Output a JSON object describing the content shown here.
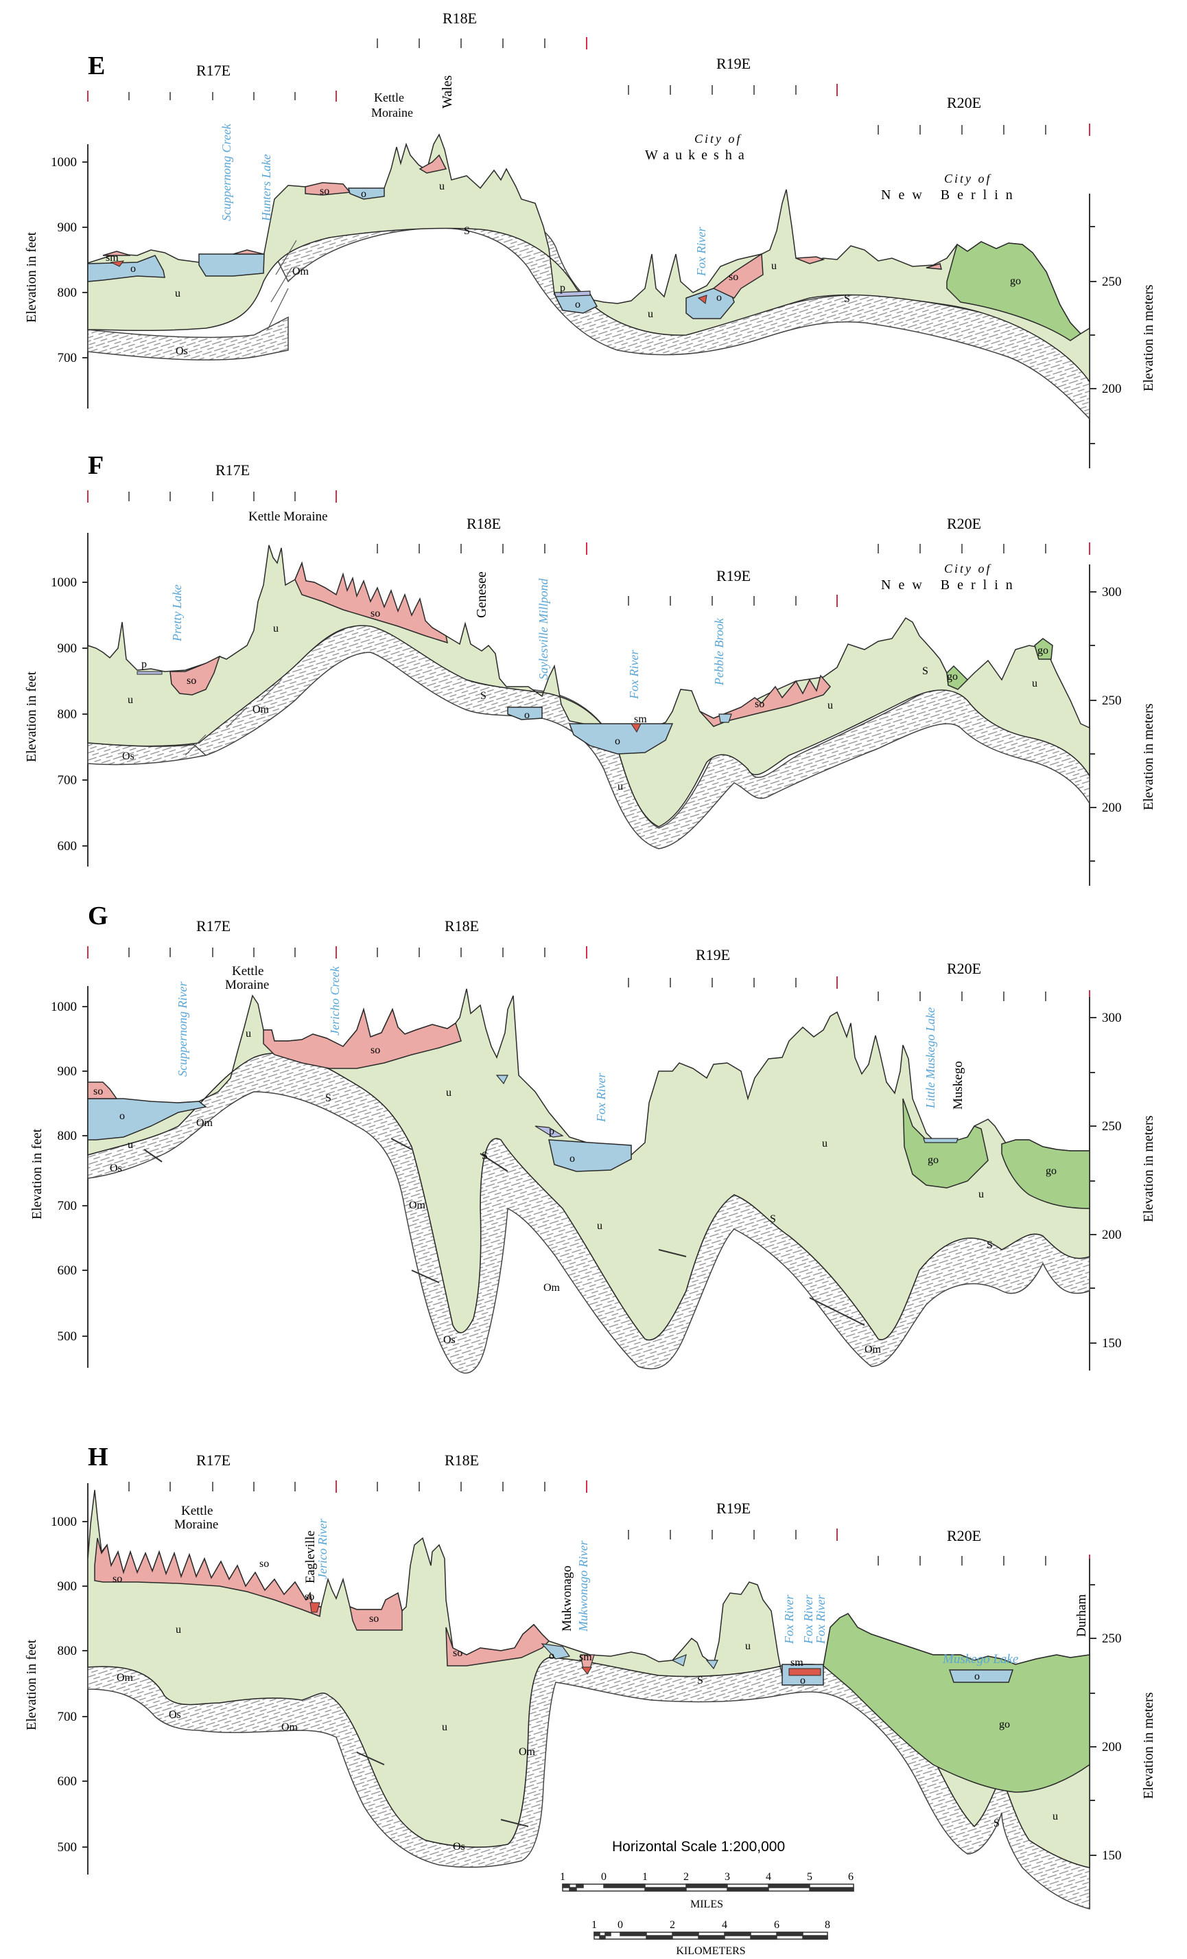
{
  "colors": {
    "u": "#dde9c9",
    "go": "#a6cf8a",
    "so": "#ecaaa6",
    "o": "#a9cde0",
    "p": "#b7bde0",
    "sm": "#d9584a",
    "line": "#2a2a2a",
    "river": "#5aa6d6",
    "tick_red": "#d0304a"
  },
  "y_axis_label_left": "Elevation in feet",
  "y_axis_label_right": "Elevation in meters",
  "sections": [
    {
      "letter": "E",
      "ranges": [
        "R17E",
        "R18E",
        "R19E",
        "R20E"
      ],
      "feet_ticks": [
        "1000",
        "900",
        "800",
        "700"
      ],
      "meter_ticks": [
        "250",
        "200"
      ],
      "places": [
        "Kettle",
        "Moraine",
        "Wales",
        "City of",
        "Waukesha",
        "City of",
        "New Berlin"
      ],
      "rivers": [
        "Scuppernong Creek",
        "Hunters Lake",
        "Fox River"
      ],
      "units": [
        "sm",
        "o",
        "u",
        "Os",
        "Om",
        "so",
        "o",
        "S",
        "u",
        "p",
        "o",
        "u",
        "o",
        "so",
        "u",
        "S",
        "go"
      ]
    },
    {
      "letter": "F",
      "ranges": [
        "R17E",
        "R18E",
        "R19E",
        "R20E"
      ],
      "feet_ticks": [
        "1000",
        "900",
        "800",
        "700",
        "600"
      ],
      "meter_ticks": [
        "300",
        "250",
        "200"
      ],
      "places": [
        "Kettle Moraine",
        "Genesee",
        "City of",
        "New Berlin"
      ],
      "rivers": [
        "Pretty Lake",
        "Saylesville Millpond",
        "Fox River",
        "Pebble Brook"
      ],
      "units": [
        "p",
        "so",
        "u",
        "Om",
        "Os",
        "u",
        "so",
        "S",
        "o",
        "sm",
        "o",
        "u",
        "so",
        "u",
        "S",
        "go",
        "u",
        "go"
      ]
    },
    {
      "letter": "G",
      "ranges": [
        "R17E",
        "R18E",
        "R19E",
        "R20E"
      ],
      "feet_ticks": [
        "1000",
        "900",
        "800",
        "700",
        "600",
        "500"
      ],
      "meter_ticks": [
        "300",
        "250",
        "200",
        "150"
      ],
      "places": [
        "Kettle",
        "Moraine",
        "Muskego"
      ],
      "rivers": [
        "Scuppernong River",
        "Jericho Creek",
        "Fox River",
        "Little Muskego Lake"
      ],
      "units": [
        "so",
        "o",
        "u",
        "Os",
        "Om",
        "u",
        "so",
        "S",
        "u",
        "S",
        "Om",
        "Os",
        "p",
        "o",
        "u",
        "Om",
        "S",
        "u",
        "go",
        "u",
        "go",
        "S",
        "Om"
      ]
    },
    {
      "letter": "H",
      "ranges": [
        "R17E",
        "R18E",
        "R19E",
        "R20E"
      ],
      "feet_ticks": [
        "1000",
        "900",
        "800",
        "700",
        "600",
        "500"
      ],
      "meter_ticks": [
        "250",
        "200",
        "150"
      ],
      "places": [
        "Kettle",
        "Moraine",
        "Eagleville",
        "Mukwonago",
        "Durham"
      ],
      "rivers": [
        "Jerico River",
        "Mukwonago River",
        "Fox River",
        "Fox River",
        "Fox River",
        "Muskego Lake"
      ],
      "units": [
        "Om",
        "so",
        "so",
        "so",
        "u",
        "Os",
        "Om",
        "so",
        "so",
        "u",
        "Om",
        "Os",
        "o",
        "sm",
        "S",
        "u",
        "sm",
        "o",
        "o",
        "go",
        "S",
        "u"
      ]
    }
  ],
  "scale": {
    "title": "Horizontal Scale 1:200,000",
    "miles_label": "MILES",
    "miles_ticks": [
      "1",
      "0",
      "1",
      "2",
      "3",
      "4",
      "5",
      "6"
    ],
    "km_label": "KILOMETERS",
    "km_ticks": [
      "1",
      "0",
      "2",
      "4",
      "6",
      "8"
    ]
  }
}
